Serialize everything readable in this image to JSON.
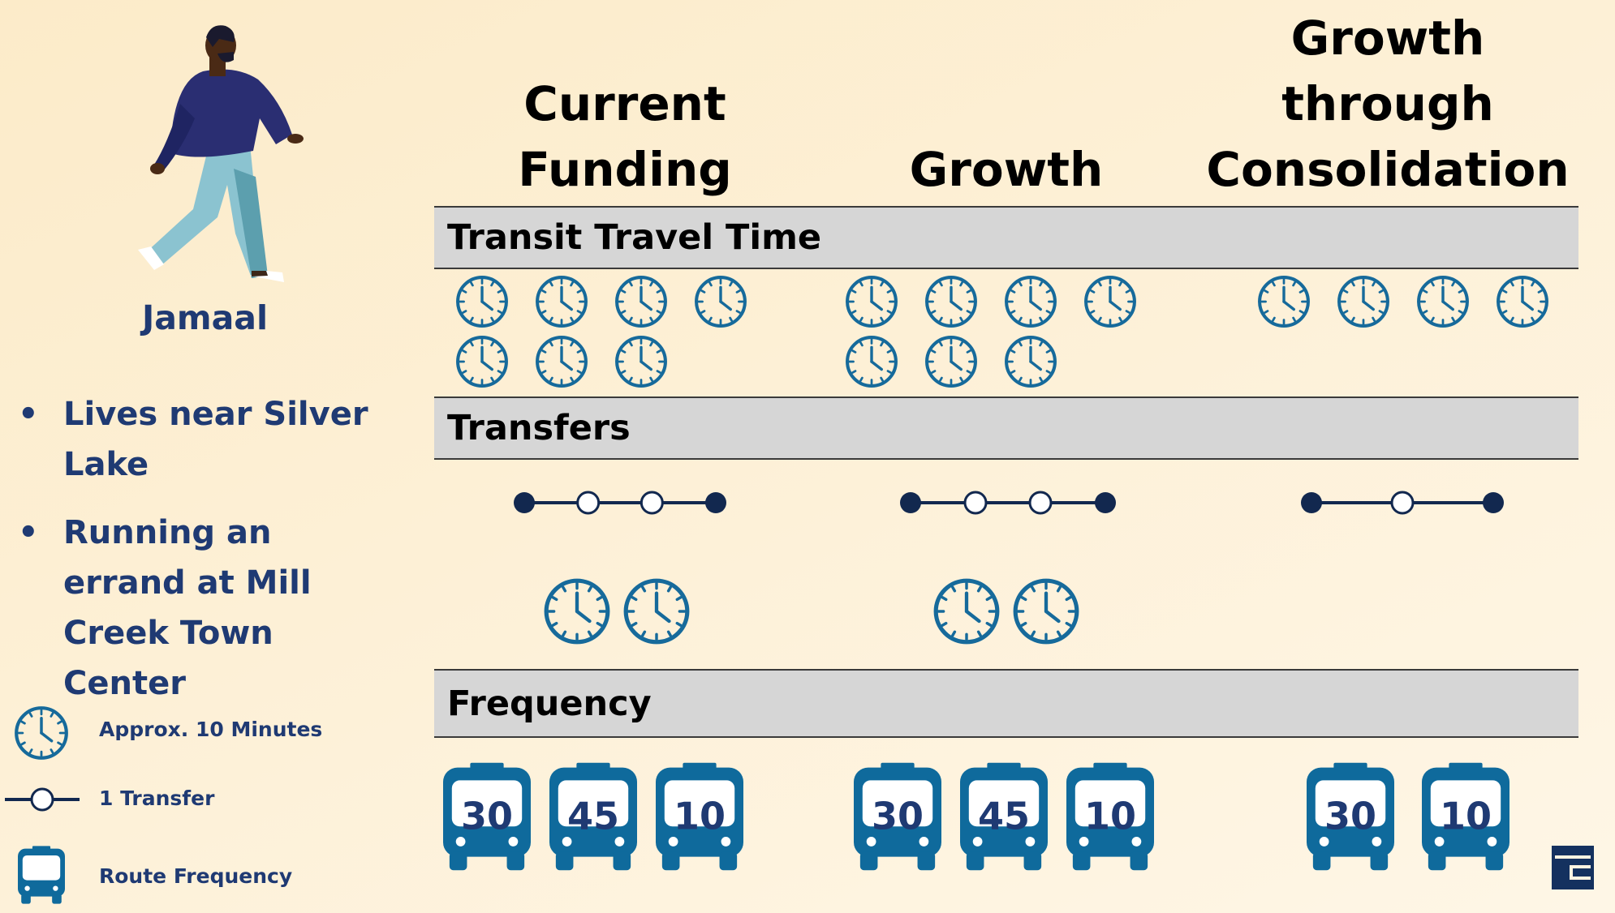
{
  "persona": {
    "name": "Jamaal",
    "bullet_glyph": "•",
    "bullets": [
      "Lives near Silver Lake",
      "Running an errand at Mill Creek Town Center"
    ]
  },
  "legend": {
    "clock_label": "Approx. 10 Minutes",
    "transfer_label": "1 Transfer",
    "frequency_label": "Route Frequency"
  },
  "scenarios": [
    {
      "header": "Current Funding",
      "travel_time_clocks": 7,
      "transfers": 2,
      "transfer_wait_clocks": 2,
      "route_frequencies": [
        "30",
        "45",
        "10"
      ]
    },
    {
      "header": "Growth",
      "travel_time_clocks": 7,
      "transfers": 2,
      "transfer_wait_clocks": 2,
      "route_frequencies": [
        "30",
        "45",
        "10"
      ]
    },
    {
      "header": "Growth through Consolidation",
      "travel_time_clocks": 4,
      "transfers": 1,
      "transfer_wait_clocks": 0,
      "route_frequencies": [
        "30",
        "10"
      ]
    }
  ],
  "sections": {
    "travel_time": "Transit Travel Time",
    "transfers": "Transfers",
    "frequency": "Frequency"
  },
  "colors": {
    "navy": "#1f3a73",
    "icon_blue": "#166a9b",
    "bus_blue": "#0f6a9c",
    "transfer_navy": "#12284f",
    "section_gray": "#d6d6d6"
  },
  "icons": {
    "clock": "clock-icon",
    "transfer": "transfer-line-icon",
    "bus": "bus-icon",
    "logo": "brand-logo-icon"
  }
}
